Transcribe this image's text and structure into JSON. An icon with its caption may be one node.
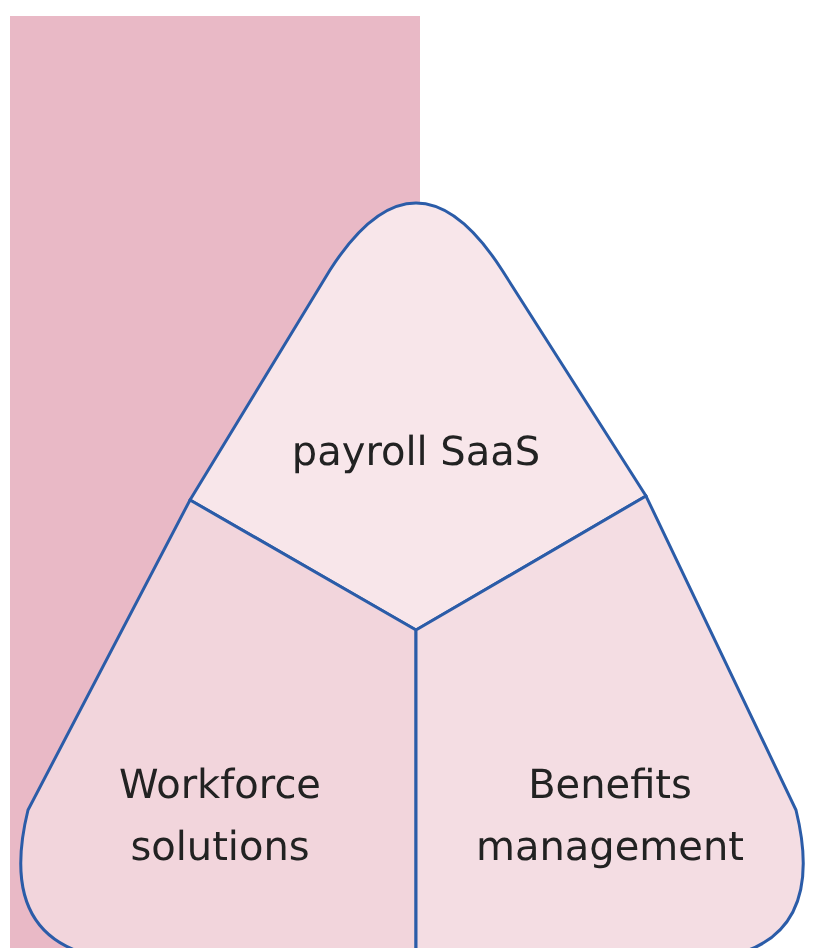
{
  "diagram": {
    "nodes": [
      {
        "text": [
          "payroll SaaS"
        ]
      },
      {
        "text": [
          "Workforce solutions"
        ]
      },
      {
        "text": [
          "Benefits management"
        ]
      }
    ]
  }
}
